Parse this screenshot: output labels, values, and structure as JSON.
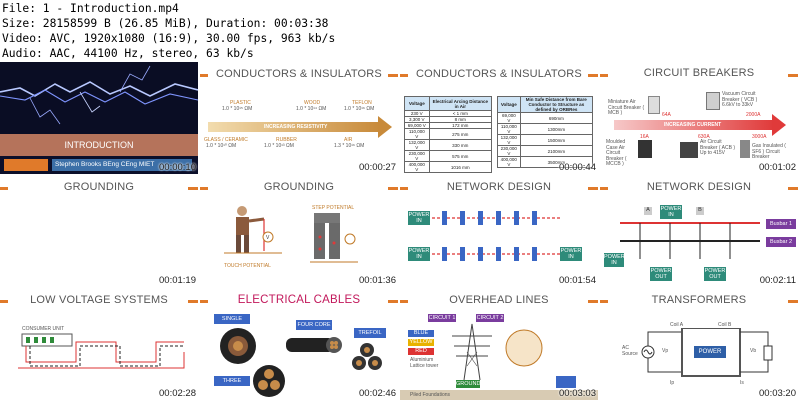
{
  "header": {
    "file": "File: 1 - Introduction.mp4",
    "size": "Size: 28158599 B (26.85 MiB), Duration: 00:03:38",
    "video": "Video: AVC, 1920x1080 (16:9), 30.00 fps, 963 kb/s",
    "audio": "Audio: AAC, 44100 Hz, stereo, 63 kb/s"
  },
  "thumbs": [
    {
      "title": "INTRODUCTION",
      "subtitle": "Stephen Brooks BEng CEng MIET",
      "time": "00:00:10"
    },
    {
      "title": "CONDUCTORS & INSULATORS",
      "time": "00:00:27",
      "labels": {
        "plastic": "PLASTIC",
        "plastic_v": "1.0 * 10¹⁵ ΩM",
        "wood": "WOOD",
        "wood_v": "1.0 * 10¹⁴ ΩM",
        "teflon": "TEFLON",
        "teflon_v": "1.0 * 10¹⁶ ΩM",
        "resist": "INCREASING RESISTIVITY",
        "glass": "GLASS / CERAMIC",
        "glass_v": "1.0 * 10¹⁰ ΩM",
        "rubber": "RUBBER",
        "rubber_v": "1.0 * 10¹³ ΩM",
        "air": "AIR",
        "air_v": "1.3 * 10¹⁶ ΩM"
      }
    },
    {
      "title": "CONDUCTORS & INSULATORS",
      "time": "00:00:44",
      "table1": {
        "h1": "Voltage",
        "h2": "Electrical Arcing Distance in Air",
        "rows": [
          [
            "230 V",
            "< 1 mm"
          ],
          [
            "3,300 V",
            "8 mm"
          ],
          [
            "69,000 V",
            "172 mm"
          ],
          [
            "110,000 V",
            "275 mm"
          ],
          [
            "132,000 V",
            "330 mm"
          ],
          [
            "230,000 V",
            "575 mm"
          ],
          [
            "400,000 V",
            "1016 mm"
          ]
        ]
      },
      "table2": {
        "h1": "Voltage",
        "h2": "Min Safe Distance from Bare Conductor to Structure as defined by ORBRes",
        "rows": [
          [
            "69,000 V",
            "690mm"
          ],
          [
            "110,000 V",
            "1300mm"
          ],
          [
            "132,000 V",
            "1500mm"
          ],
          [
            "230,000 V",
            "2100mm"
          ],
          [
            "400,000 V",
            "3500mm"
          ]
        ]
      }
    },
    {
      "title": "CIRCUIT BREAKERS",
      "time": "00:01:02",
      "labels": {
        "mcb": "Miniature Air Circuit Breaker ( MCB )",
        "vcb": "Vacuum Circuit Breaker ( VCB ) 6.6kV to 33kV",
        "a64": "64A",
        "a2000": "2000A",
        "current": "INCREASING CURRENT",
        "a16": "16A",
        "a630": "630A",
        "a3000": "3000A",
        "mccb": "Moulded Case Air Circuit Breaker ( MCCB )",
        "acb": "Air Circuit Breaker ( ACB ) Up to 415V",
        "sf6": "Gas Insulated ( SF6 ) Circuit Breaker"
      }
    },
    {
      "title": "GROUNDING",
      "time": "00:01:19"
    },
    {
      "title": "GROUNDING",
      "time": "00:01:36",
      "labels": {
        "step": "STEP POTENTIAL",
        "touch": "TOUCH POTENTIAL",
        "v": "V"
      }
    },
    {
      "title": "NETWORK DESIGN",
      "time": "00:01:54",
      "labels": {
        "power_in": "POWER IN"
      }
    },
    {
      "title": "NETWORK DESIGN",
      "time": "00:02:11",
      "labels": {
        "power_in": "POWER IN",
        "busbar1": "Busbar 1",
        "busbar2": "Busbar 2",
        "power_out": "POWER OUT",
        "a": "A",
        "b": "B"
      }
    },
    {
      "title": "LOW VOLTAGE SYSTEMS",
      "time": "00:02:28",
      "labels": {
        "consumer": "CONSUMER UNIT"
      }
    },
    {
      "title": "ELECTRICAL CABLES",
      "time": "00:02:46",
      "labels": {
        "single": "SINGLE CORE",
        "four": "FOUR CORE",
        "trefoil": "TREFOIL",
        "three": "THREE CORE"
      }
    },
    {
      "title": "OVERHEAD LINES",
      "time": "00:03:03",
      "labels": {
        "c1": "CIRCUIT 1",
        "c2": "CIRCUIT 2",
        "blue": "BLUE Phase",
        "yellow": "YELLOW Phase",
        "red": "RED Phase",
        "tower": "Aluminium Lattice tower",
        "ground": "GROUND",
        "piled": "Piled Foundations"
      }
    },
    {
      "title": "TRANSFORMERS",
      "time": "00:03:20",
      "labels": {
        "coila": "Coil A",
        "coilb": "Coil B",
        "ac": "AC Source",
        "vp": "Vp",
        "vs": "Vb",
        "power": "POWER",
        "ip": "Ip",
        "is": "Is"
      }
    }
  ]
}
